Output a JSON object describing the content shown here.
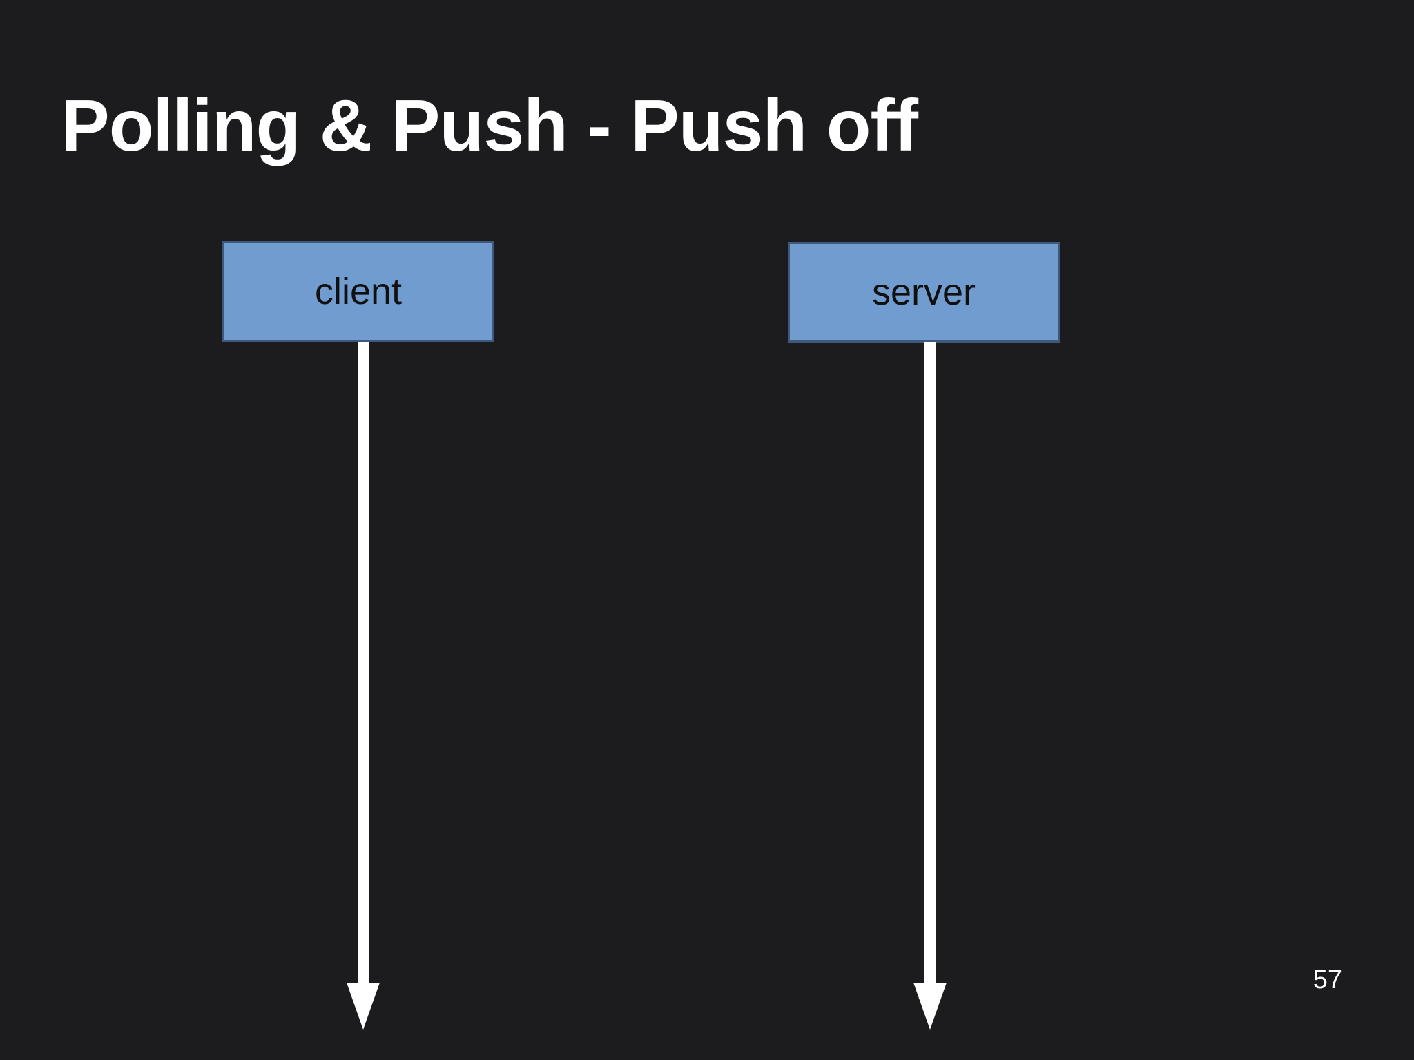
{
  "slide": {
    "title": "Polling & Push - Push off",
    "page_number": "57",
    "actors": [
      {
        "id": "client",
        "label": "client"
      },
      {
        "id": "server",
        "label": "server"
      }
    ],
    "lifelines": [
      {
        "from_actor": "client",
        "direction": "down"
      },
      {
        "from_actor": "server",
        "direction": "down"
      }
    ],
    "colors": {
      "background": "#1c1c1e",
      "actor_box_fill": "#719ccf",
      "actor_box_border": "#3d5a7d",
      "actor_label_text": "#101010",
      "title_text": "#ffffff",
      "lifeline_arrow": "#ffffff",
      "page_number_text": "#ffffff"
    }
  }
}
